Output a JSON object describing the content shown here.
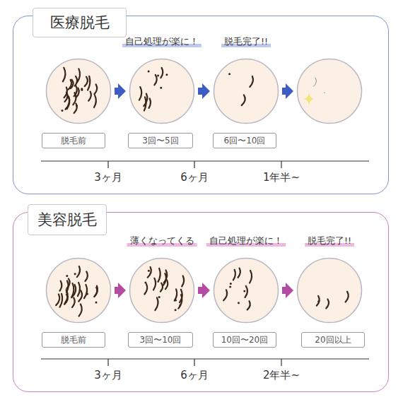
{
  "diagram": {
    "nodes": [
      {
        "text": [
          "医療脱毛"
        ]
      },
      {
        "text": [],
        "in": 0
      },
      {
        "text": [
          "自己処理が楽に！"
        ],
        "in": 0
      },
      {
        "text": [
          "脱毛完了!!"
        ],
        "in": 0
      },
      {
        "text": [],
        "in": 0
      },
      {
        "text": [
          "脱毛前"
        ],
        "in": 0
      },
      {
        "text": [
          "3回〜5回"
        ],
        "in": 0
      },
      {
        "text": [
          "6回〜10回"
        ],
        "in": 0
      },
      {
        "text": [
          "美容脱毛"
        ]
      },
      {
        "text": [],
        "in": 8
      },
      {
        "text": [
          "薄くなってくる"
        ],
        "in": 8
      },
      {
        "text": [
          "自己処理が楽に！"
        ],
        "in": 8
      },
      {
        "text": [
          "脱毛完了!!"
        ],
        "in": 8
      },
      {
        "text": [
          "脱毛前"
        ],
        "in": 8
      },
      {
        "text": [
          "3回〜10回"
        ],
        "in": 8
      },
      {
        "text": [
          "10回〜20回"
        ],
        "in": 8
      },
      {
        "text": [
          "20回以上"
        ],
        "in": 8
      }
    ],
    "edges": [
      {
        "from": 1,
        "to": 2,
        "arrow": "to"
      },
      {
        "from": 2,
        "to": 3,
        "arrow": "to"
      },
      {
        "from": 3,
        "to": 4,
        "arrow": "to"
      },
      {
        "from": 9,
        "to": 10,
        "arrow": "to"
      },
      {
        "from": 10,
        "to": 11,
        "arrow": "to"
      },
      {
        "from": 11,
        "to": 12,
        "arrow": "to"
      }
    ],
    "labels": [
      "3ヶ月",
      "6ヶ月",
      "1年半~",
      "3ヶ月",
      "6ヶ月",
      "2年半~"
    ]
  }
}
